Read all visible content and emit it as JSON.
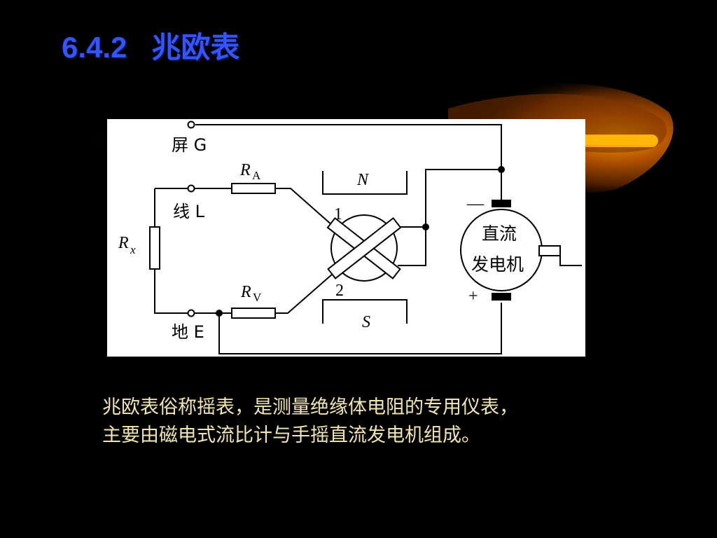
{
  "slide": {
    "title": "6.4.2   兆欧表",
    "caption_lines": [
      "兆欧表俗称摇表，是测量绝缘体电阻的专用仪表，",
      "主要由磁电式流比计与手摇直流发电机组成。"
    ]
  },
  "diagram": {
    "terminals": {
      "screen": "屏 G",
      "line": "线 L",
      "earth": "地 E"
    },
    "resistors": {
      "ra_main": "R",
      "ra_sub": "A",
      "rv_main": "R",
      "rv_sub": "V",
      "rx_main": "R",
      "rx_sub": "x"
    },
    "magnet_poles": {
      "north": "N",
      "south": "S"
    },
    "coils": {
      "coil_1": "1",
      "coil_2": "2"
    },
    "generator": {
      "line1": "直流",
      "line2": "发电机",
      "minus": "—",
      "plus": "+"
    }
  },
  "colors": {
    "background": "#000000",
    "title": "#3355ff",
    "caption": "#f3e7b0",
    "swoosh": "#ff9a1a"
  }
}
